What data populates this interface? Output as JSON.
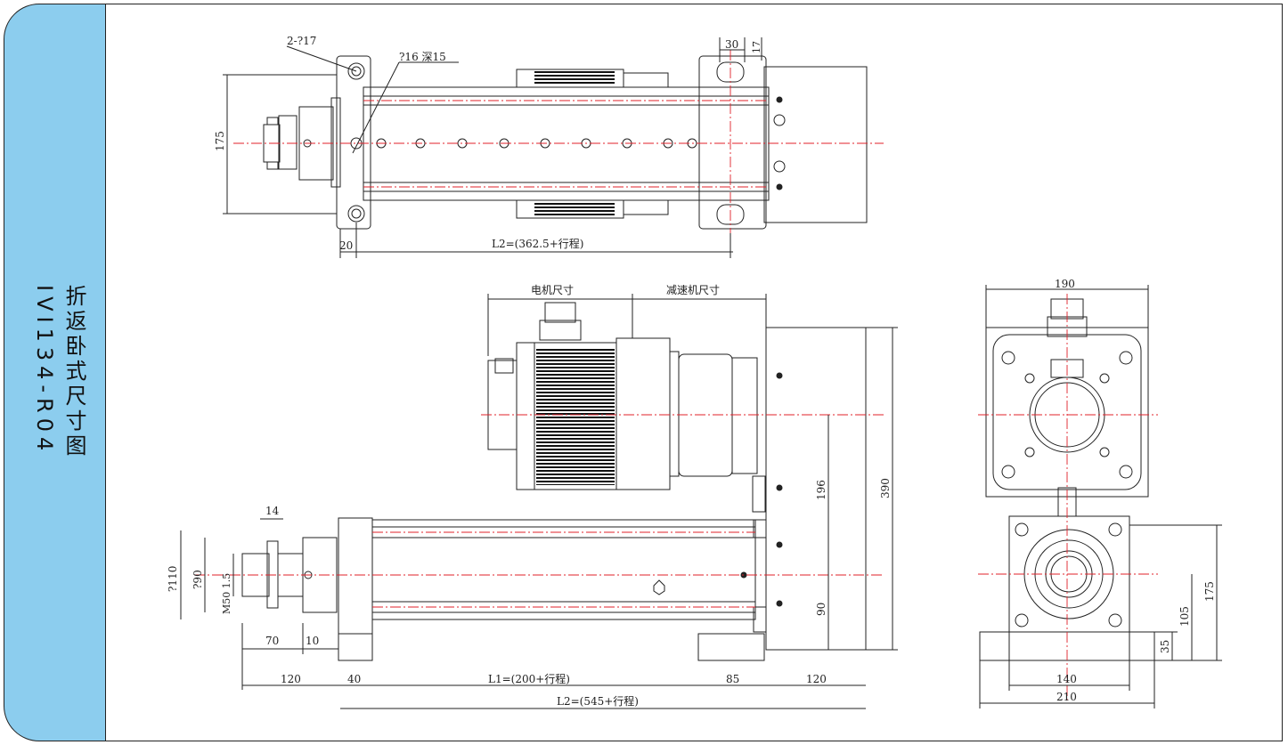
{
  "sidebar": {
    "title": "折返卧式尺寸图",
    "model": "IVI134-R04"
  },
  "top_view": {
    "hole_label": "2-?17",
    "bore_label": "?16 深15",
    "dim_width": "175",
    "dim_offset": "20",
    "dim_l2": "L2=(362.5+行程)",
    "dim_slot_w": "30",
    "dim_slot_h": "17"
  },
  "side_view": {
    "motor_label": "电机尺寸",
    "reducer_label": "减速机尺寸",
    "dim_14": "14",
    "dim_110": "?110",
    "dim_90_dia": "?90",
    "dim_thread": "M50 1.5",
    "dim_70": "70",
    "dim_10": "10",
    "dim_120a": "120",
    "dim_40": "40",
    "dim_l1": "L1=(200+行程)",
    "dim_85": "85",
    "dim_120b": "120",
    "dim_l2": "L2=(545+行程)",
    "dim_196": "196",
    "dim_390": "390",
    "dim_90": "90"
  },
  "end_view": {
    "dim_190": "190",
    "dim_175": "175",
    "dim_105": "105",
    "dim_35": "35",
    "dim_140": "140",
    "dim_210": "210"
  }
}
